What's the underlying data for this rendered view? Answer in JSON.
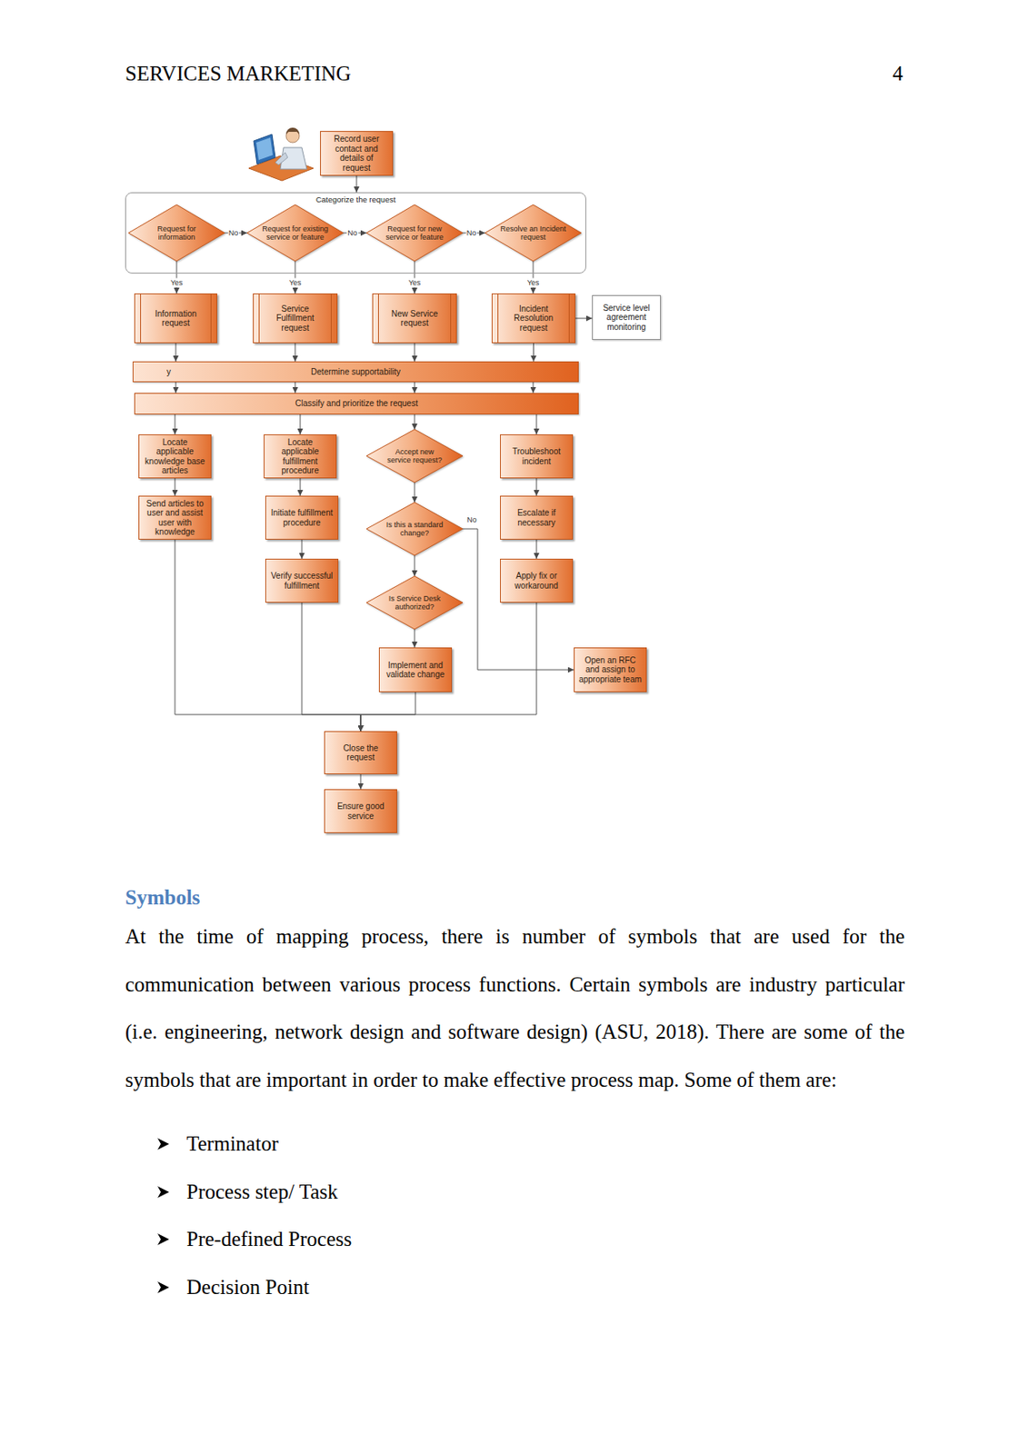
{
  "diagram": {
    "nodes": [
      {
        "text": [
          "Record user contact and details of request"
        ]
      },
      {
        "text": [
          "Categorize the request"
        ]
      },
      {
        "text": [
          "Request for information"
        ],
        "in": 1
      },
      {
        "text": [
          "Request for existing service or feature"
        ],
        "in": 1
      },
      {
        "text": [
          "Request for new service or feature"
        ],
        "in": 1
      },
      {
        "text": [
          "Resolve an Incident request"
        ],
        "in": 1
      },
      {
        "text": [
          "Information request"
        ]
      },
      {
        "text": [
          "Service Fulfillment request"
        ]
      },
      {
        "text": [
          "New Service request"
        ]
      },
      {
        "text": [
          "Incident Resolution request"
        ]
      },
      {
        "text": [
          "Service level agreement monitoring"
        ]
      },
      {
        "text": [
          "y",
          "Determine supportability"
        ]
      },
      {
        "text": [
          "Classify and prioritize the request"
        ]
      },
      {
        "text": [
          "Locate applicable knowledge base articles"
        ]
      },
      {
        "text": [
          "Locate applicable fulfillment procedure"
        ]
      },
      {
        "text": [
          "Accept new service request?"
        ]
      },
      {
        "text": [
          "Troubleshoot incident"
        ]
      },
      {
        "text": [
          "Send articles to user and assist user with knowledge"
        ]
      },
      {
        "text": [
          "Initiate fulfillment procedure"
        ]
      },
      {
        "text": [
          "Is this a standard change?"
        ]
      },
      {
        "text": [
          "Escalate if necessary"
        ]
      },
      {
        "text": [
          "Verify successful fulfillment"
        ]
      },
      {
        "text": [
          "Is Service Desk authorized?"
        ]
      },
      {
        "text": [
          "Apply fix or workaround"
        ]
      },
      {
        "text": [
          "Implement and validate change"
        ]
      },
      {
        "text": [
          "Open an RFC and assign to appropriate team"
        ]
      },
      {
        "text": [
          "Close the request"
        ]
      },
      {
        "text": [
          "Ensure good service"
        ]
      }
    ],
    "edges": [
      {
        "from": 0,
        "to": 1,
        "arrow": "to"
      },
      {
        "from": 2,
        "to": 3,
        "label": "No",
        "arrow": "to"
      },
      {
        "from": 3,
        "to": 4,
        "label": "No",
        "arrow": "to"
      },
      {
        "from": 4,
        "to": 5,
        "label": "No",
        "arrow": "to"
      },
      {
        "from": 2,
        "to": 6,
        "label": "Yes",
        "arrow": "to"
      },
      {
        "from": 3,
        "to": 7,
        "label": "Yes",
        "arrow": "to"
      },
      {
        "from": 4,
        "to": 8,
        "label": "Yes",
        "arrow": "to"
      },
      {
        "from": 5,
        "to": 9,
        "label": "Yes",
        "arrow": "to"
      },
      {
        "from": 9,
        "to": 10,
        "arrow": "to"
      },
      {
        "from": 6,
        "to": 11,
        "arrow": "to"
      },
      {
        "from": 7,
        "to": 11,
        "arrow": "to"
      },
      {
        "from": 8,
        "to": 11,
        "arrow": "to"
      },
      {
        "from": 9,
        "to": 11,
        "arrow": "to"
      },
      {
        "from": 11,
        "to": 12,
        "arrow": "to"
      },
      {
        "from": 11,
        "to": 12,
        "arrow": "to"
      },
      {
        "from": 11,
        "to": 12,
        "arrow": "to"
      },
      {
        "from": 11,
        "to": 12,
        "arrow": "to"
      },
      {
        "from": 12,
        "to": 13,
        "arrow": "to"
      },
      {
        "from": 12,
        "to": 14,
        "arrow": "to"
      },
      {
        "from": 12,
        "to": 15,
        "arrow": "to"
      },
      {
        "from": 12,
        "to": 16,
        "arrow": "to"
      },
      {
        "from": 13,
        "to": 17,
        "arrow": "to"
      },
      {
        "from": 14,
        "to": 18,
        "arrow": "to"
      },
      {
        "from": 15,
        "to": 19,
        "arrow": "to"
      },
      {
        "from": 16,
        "to": 20,
        "arrow": "to"
      },
      {
        "from": 18,
        "to": 21,
        "arrow": "to"
      },
      {
        "from": 19,
        "to": 22,
        "arrow": "to"
      },
      {
        "from": 20,
        "to": 23,
        "arrow": "to"
      },
      {
        "from": 19,
        "to": 25,
        "label": "No",
        "arrow": "to"
      },
      {
        "from": 22,
        "to": 24,
        "arrow": "to"
      },
      {
        "from": 17,
        "to": 26,
        "arrow": "to"
      },
      {
        "from": 21,
        "to": 26,
        "arrow": "to"
      },
      {
        "from": 24,
        "to": 26,
        "arrow": "to"
      },
      {
        "from": 23,
        "to": 26,
        "arrow": "to"
      },
      {
        "from": 26,
        "to": 27,
        "arrow": "to"
      }
    ],
    "labels": [
      "SERVICES MARKETING",
      "4",
      "Symbols",
      "At the time of mapping process, there is number of symbols that are used for the communication between various process functions. Certain symbols are industry particular (i.e. engineering, network design and software design) (ASU, 2018). There are some of the symbols that are important in order to make effective process map. Some of them are:",
      "Terminator",
      "Process step/ Task",
      "Pre-defined Process",
      "Decision Point"
    ]
  }
}
